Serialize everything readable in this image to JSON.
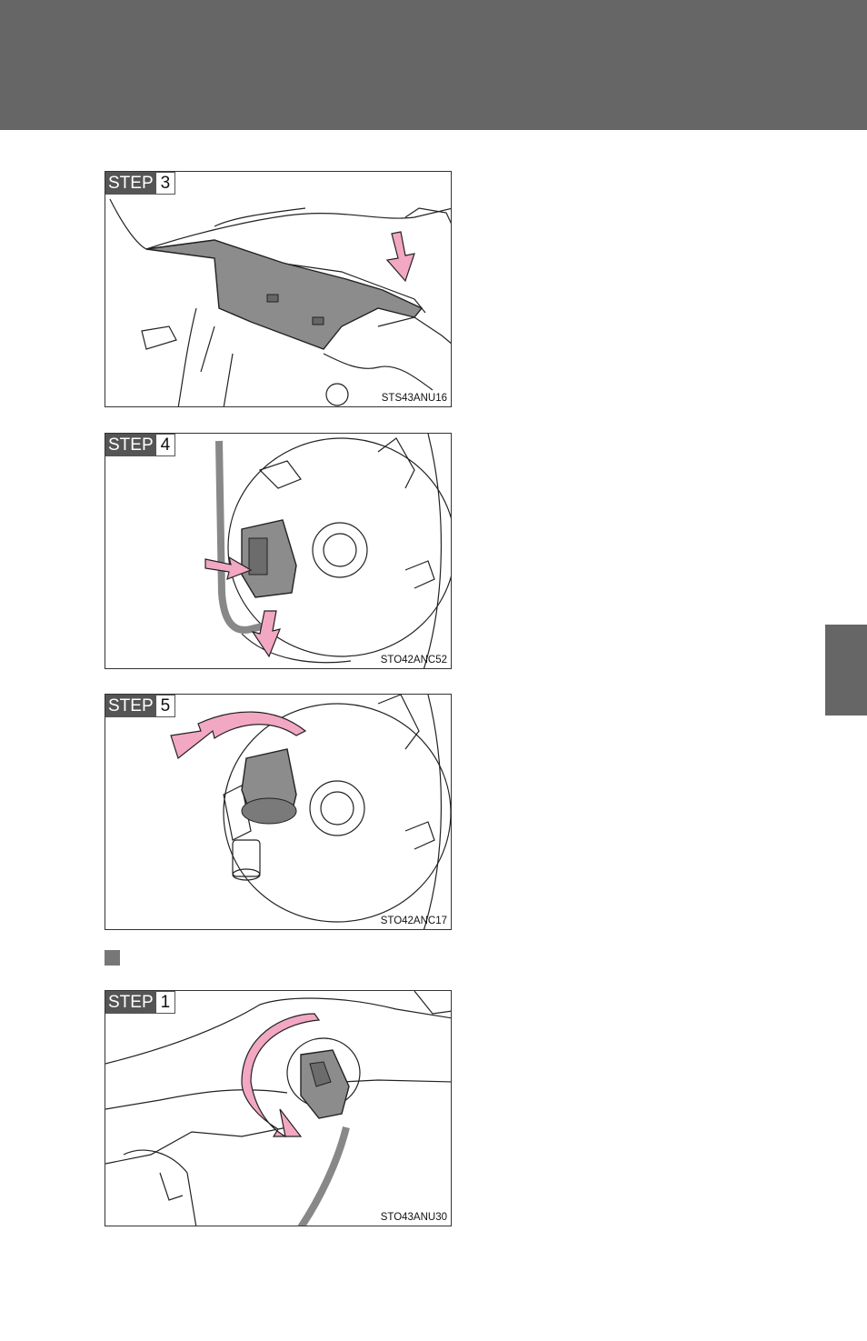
{
  "figures": [
    {
      "step_label": "STEP",
      "step_number": "3",
      "code": "STS43ANU16"
    },
    {
      "step_label": "STEP",
      "step_number": "4",
      "code": "STO42ANC52"
    },
    {
      "step_label": "STEP",
      "step_number": "5",
      "code": "STO42ANC17"
    },
    {
      "step_label": "STEP",
      "step_number": "1",
      "code": "STO43ANU30"
    }
  ],
  "colors": {
    "header": "#666666",
    "arrow": "#f2a7c3",
    "part_gray": "#8c8c8c"
  }
}
